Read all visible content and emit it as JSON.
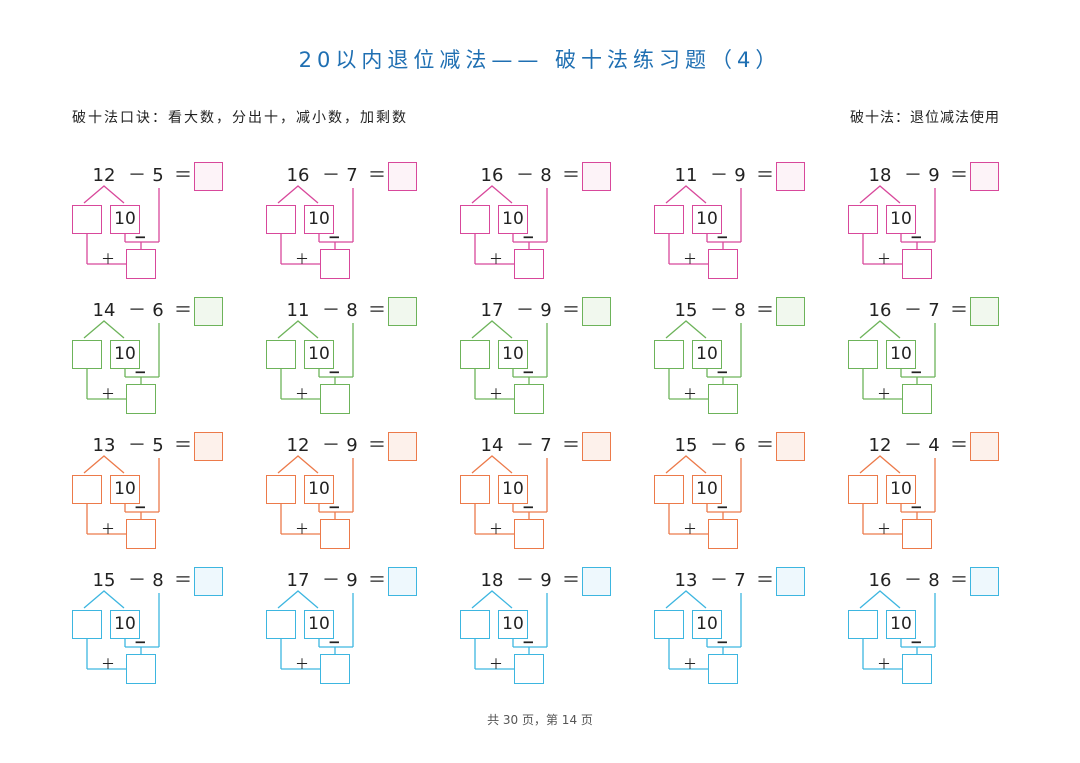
{
  "title": "20以内退位减法—— 破十法练习题（4）",
  "hint_left": "破十法口诀：看大数，分出十，减小数，加剩数",
  "hint_right": "破十法：退位减法使用",
  "footer": "共 30 页，第 14 页",
  "symbols": {
    "minus": "－",
    "equals": "＝",
    "plus": "＋",
    "ten": "10",
    "borrow_minus": "−"
  },
  "row_colors": [
    {
      "stroke": "#d8489b",
      "fill": "#fdf3f8"
    },
    {
      "stroke": "#6db35a",
      "fill": "#f1f8ee"
    },
    {
      "stroke": "#ec7a4a",
      "fill": "#fdf1eb"
    },
    {
      "stroke": "#3db6e0",
      "fill": "#eef8fd"
    }
  ],
  "rows": [
    [
      [
        "12",
        "5"
      ],
      [
        "16",
        "7"
      ],
      [
        "16",
        "8"
      ],
      [
        "11",
        "9"
      ],
      [
        "18",
        "9"
      ]
    ],
    [
      [
        "14",
        "6"
      ],
      [
        "11",
        "8"
      ],
      [
        "17",
        "9"
      ],
      [
        "15",
        "8"
      ],
      [
        "16",
        "7"
      ]
    ],
    [
      [
        "13",
        "5"
      ],
      [
        "12",
        "9"
      ],
      [
        "14",
        "7"
      ],
      [
        "15",
        "6"
      ],
      [
        "12",
        "4"
      ]
    ],
    [
      [
        "15",
        "8"
      ],
      [
        "17",
        "9"
      ],
      [
        "18",
        "9"
      ],
      [
        "13",
        "7"
      ],
      [
        "16",
        "8"
      ]
    ]
  ]
}
